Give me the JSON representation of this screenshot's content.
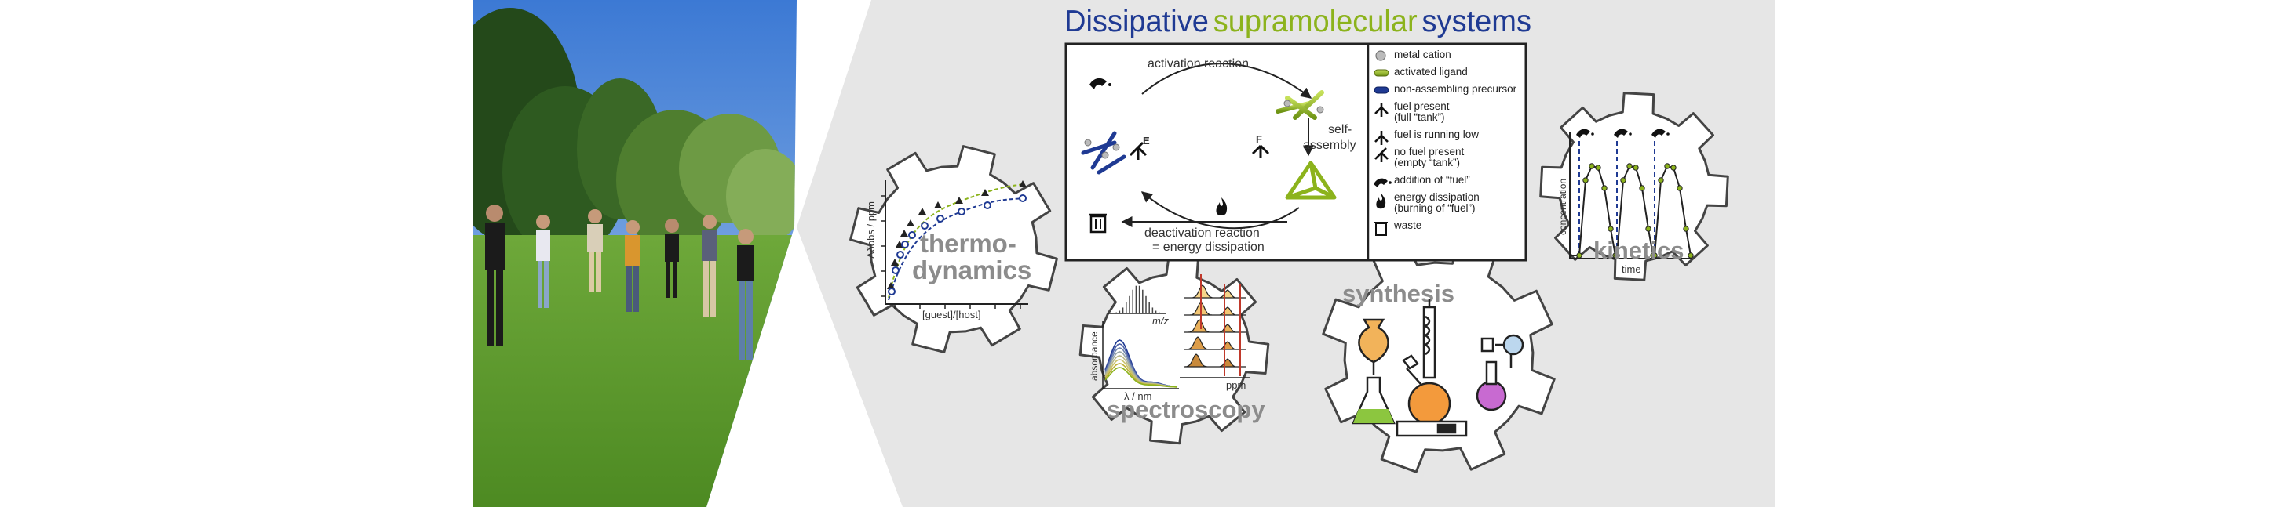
{
  "title": {
    "word1": "Dissipative",
    "word2": "supramolecular",
    "word3": "systems",
    "colors": {
      "word1": "#1f3a93",
      "word2": "#8cb31c",
      "word3": "#1f3a93"
    }
  },
  "photo": {
    "subject": "group photo of seven people standing on a lawn in front of trees"
  },
  "cycle": {
    "activation": "activation reaction",
    "self_assembly_1": "self-",
    "self_assembly_2": "assembly",
    "deactivation_1": "deactivation reaction",
    "deactivation_2": "= energy dissipation",
    "fuel_letter": "F",
    "empty_letter": "E"
  },
  "legend": {
    "items": [
      {
        "icon": "metal-cation-icon",
        "line1": "metal cation",
        "line2": ""
      },
      {
        "icon": "activated-ligand-icon",
        "line1": "activated ligand",
        "line2": ""
      },
      {
        "icon": "precursor-icon",
        "line1": "non-assembling precursor",
        "line2": ""
      },
      {
        "icon": "fuel-full-icon",
        "line1": "fuel present",
        "line2": "(full “tank”)"
      },
      {
        "icon": "fuel-low-icon",
        "line1": "fuel is running low",
        "line2": ""
      },
      {
        "icon": "fuel-empty-icon",
        "line1": "no fuel present",
        "line2": "(empty “tank”)"
      },
      {
        "icon": "fuel-addition-icon",
        "line1": "addition of “fuel”",
        "line2": ""
      },
      {
        "icon": "flame-icon",
        "line1": "energy dissipation",
        "line2": "(burning of “fuel”)"
      },
      {
        "icon": "trash-icon",
        "line1": "waste",
        "line2": ""
      }
    ]
  },
  "gears": {
    "thermo": {
      "line1": "thermo-",
      "line2": "dynamics"
    },
    "spectro": {
      "label": "spectroscopy"
    },
    "synthesis": {
      "label": "synthesis"
    },
    "kinetics": {
      "label": "kinetics"
    }
  },
  "thermo_plot": {
    "xlabel": "[guest]/[host]",
    "ylabel": "Δδobs / ppm",
    "series": [
      {
        "marker": "triangle",
        "color": "#8cb31c"
      },
      {
        "marker": "circle",
        "color": "#1f3a93"
      }
    ]
  },
  "spectro_plot": {
    "ms_xlabel": "m/z",
    "uv_xlabel": "λ / nm",
    "uv_ylabel": "absorbance",
    "nmr_xlabel": "ppm"
  },
  "kinetics_plot": {
    "xlabel": "time",
    "ylabel": "concentration"
  }
}
